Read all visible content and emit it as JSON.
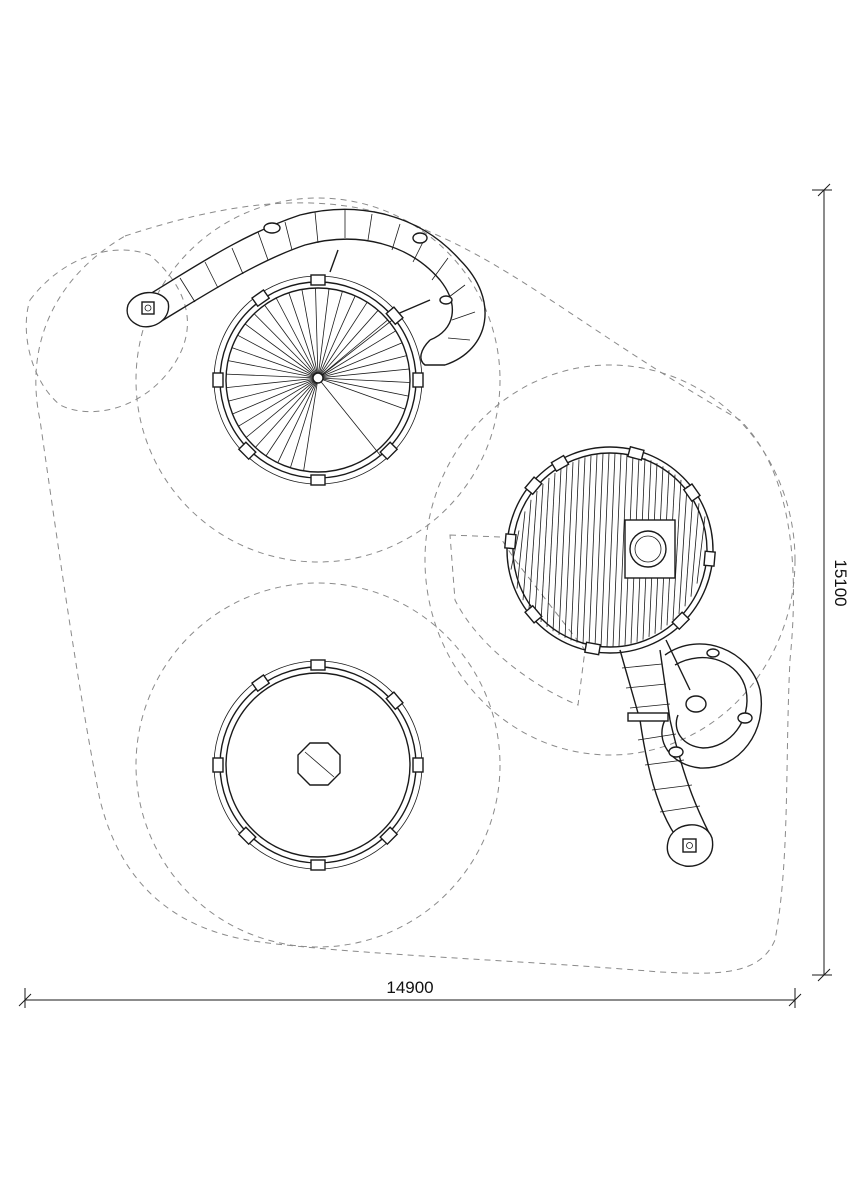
{
  "dimensions": {
    "width_label": "14900",
    "height_label": "15100"
  },
  "components": [
    {
      "kind": "spiral-stair-tower"
    },
    {
      "kind": "decked-platform-tower"
    },
    {
      "kind": "octagon-post-tower"
    },
    {
      "kind": "tube-slide-upper"
    },
    {
      "kind": "tube-slide-lower"
    }
  ],
  "colors": {
    "line": "#1a1a1a",
    "dashed_boundary": "#8a8a8a",
    "background": "#ffffff"
  }
}
